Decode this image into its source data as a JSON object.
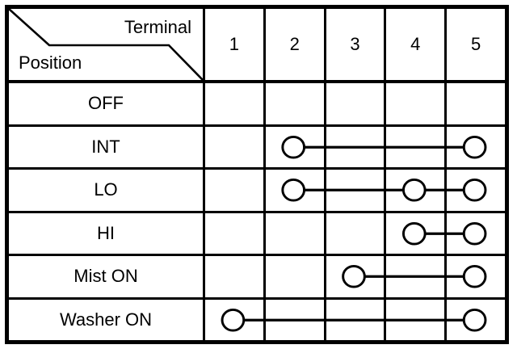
{
  "header": {
    "corner_top_label": "Terminal",
    "corner_bottom_label": "Position",
    "terminals": [
      "1",
      "2",
      "3",
      "4",
      "5"
    ]
  },
  "rows": [
    {
      "position": "OFF",
      "connected_terminals": []
    },
    {
      "position": "INT",
      "connected_terminals": [
        2,
        5
      ]
    },
    {
      "position": "LO",
      "connected_terminals": [
        2,
        4,
        5
      ]
    },
    {
      "position": "HI",
      "connected_terminals": [
        4,
        5
      ]
    },
    {
      "position": "Mist ON",
      "connected_terminals": [
        3,
        5
      ]
    },
    {
      "position": "Washer ON",
      "connected_terminals": [
        1,
        5
      ]
    }
  ],
  "colors": {
    "grid": "#000000",
    "background": "#ffffff"
  }
}
